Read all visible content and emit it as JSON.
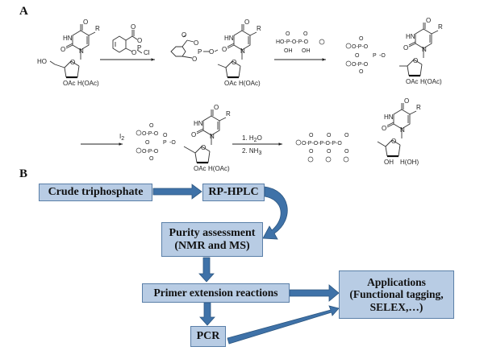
{
  "panel_a": {
    "label": "A",
    "nucleoside": {
      "base_atoms": {
        "o_top": "O",
        "hn": "HN",
        "r": "R",
        "o_left": "O",
        "n": "N"
      },
      "ring_o": "O",
      "ho5": "HO",
      "oac3": "OAc",
      "sub2": "H(OAc)"
    },
    "reagent1": {
      "o_carbonyl": "O",
      "o_ring1": "O",
      "p": "P",
      "cl": "Cl",
      "o_ring2": "O"
    },
    "intermediate1": {
      "o_carbonyl": "O",
      "o1": "O",
      "p": "P",
      "o_link": "O",
      "o2": "O"
    },
    "reagent2": {
      "text_line1": "HO-P-O-P-O",
      "oh1": "OH",
      "oh2": "OH",
      "o1": "O",
      "o2": "O"
    },
    "intermediate2_cyclic": {
      "p": "P",
      "o": "O"
    },
    "step3_reagent": "I",
    "step3_sub": "2",
    "step4_line1": "1. H",
    "step4_line1_sub": "2",
    "step4_line1_end": "O",
    "step4_line2": "2. NH",
    "step4_line2_sub": "3",
    "product": {
      "oh3": "OH",
      "sub2": "H(OH)"
    }
  },
  "panel_b": {
    "label": "B",
    "nodes": {
      "crude": "Crude triphosphate",
      "hplc": "RP-HPLC",
      "purity_line1": "Purity assessment",
      "purity_line2": "(NMR and MS)",
      "primer": "Primer extension reactions",
      "pcr": "PCR",
      "apps_line1": "Applications",
      "apps_line2": "(Functional tagging,",
      "apps_line3": "SELEX,…)"
    },
    "colors": {
      "box_fill": "#b8cce4",
      "box_border": "#5a7fa8",
      "arrow": "#3f72a8"
    }
  }
}
